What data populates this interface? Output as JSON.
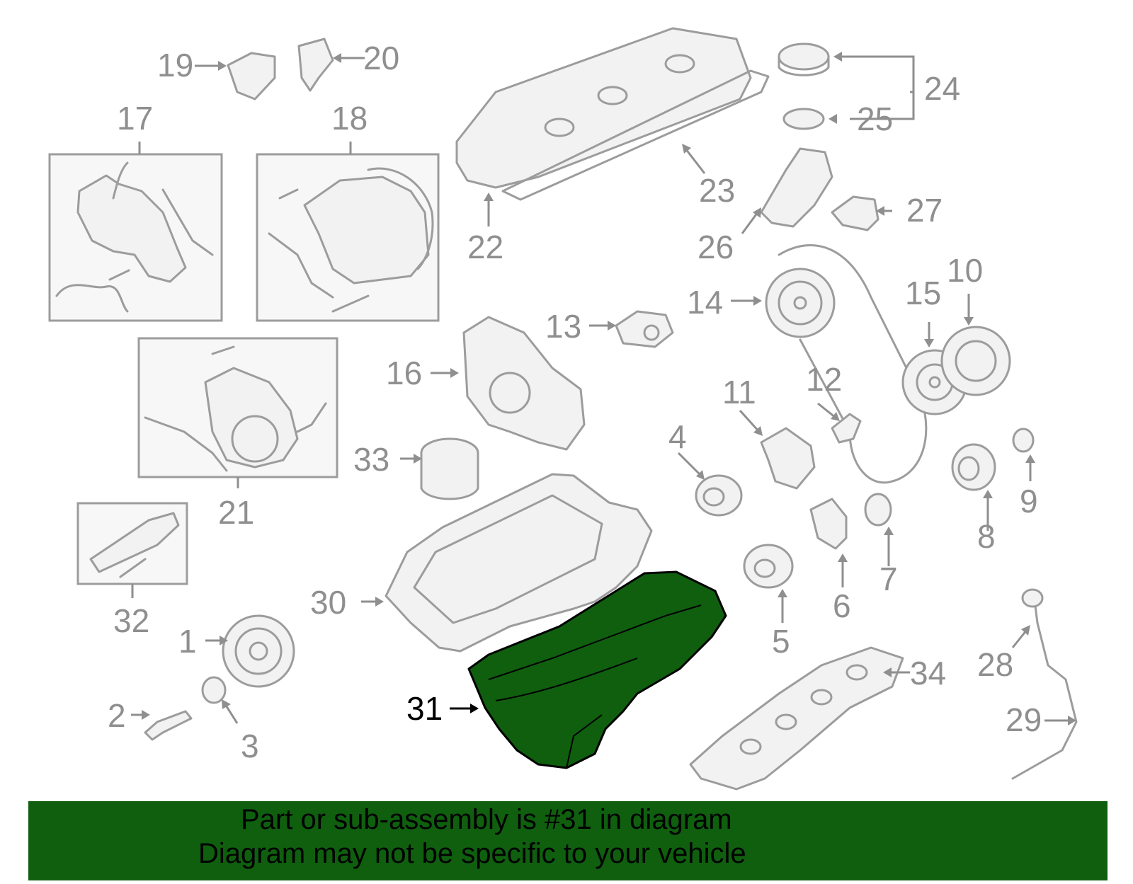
{
  "callouts": [
    "1",
    "2",
    "3",
    "4",
    "5",
    "6",
    "7",
    "8",
    "9",
    "10",
    "11",
    "12",
    "13",
    "14",
    "15",
    "16",
    "17",
    "18",
    "19",
    "20",
    "21",
    "22",
    "23",
    "24",
    "25",
    "26",
    "27",
    "28",
    "29",
    "30",
    "31",
    "32",
    "33",
    "34"
  ],
  "highlight": {
    "part": "31",
    "color": "#0f5f0f"
  },
  "banner": {
    "line1": "Part or sub-assembly is #31 in diagram",
    "line2": "Diagram may not be specific to your vehicle",
    "background": "#0f5f0f"
  }
}
